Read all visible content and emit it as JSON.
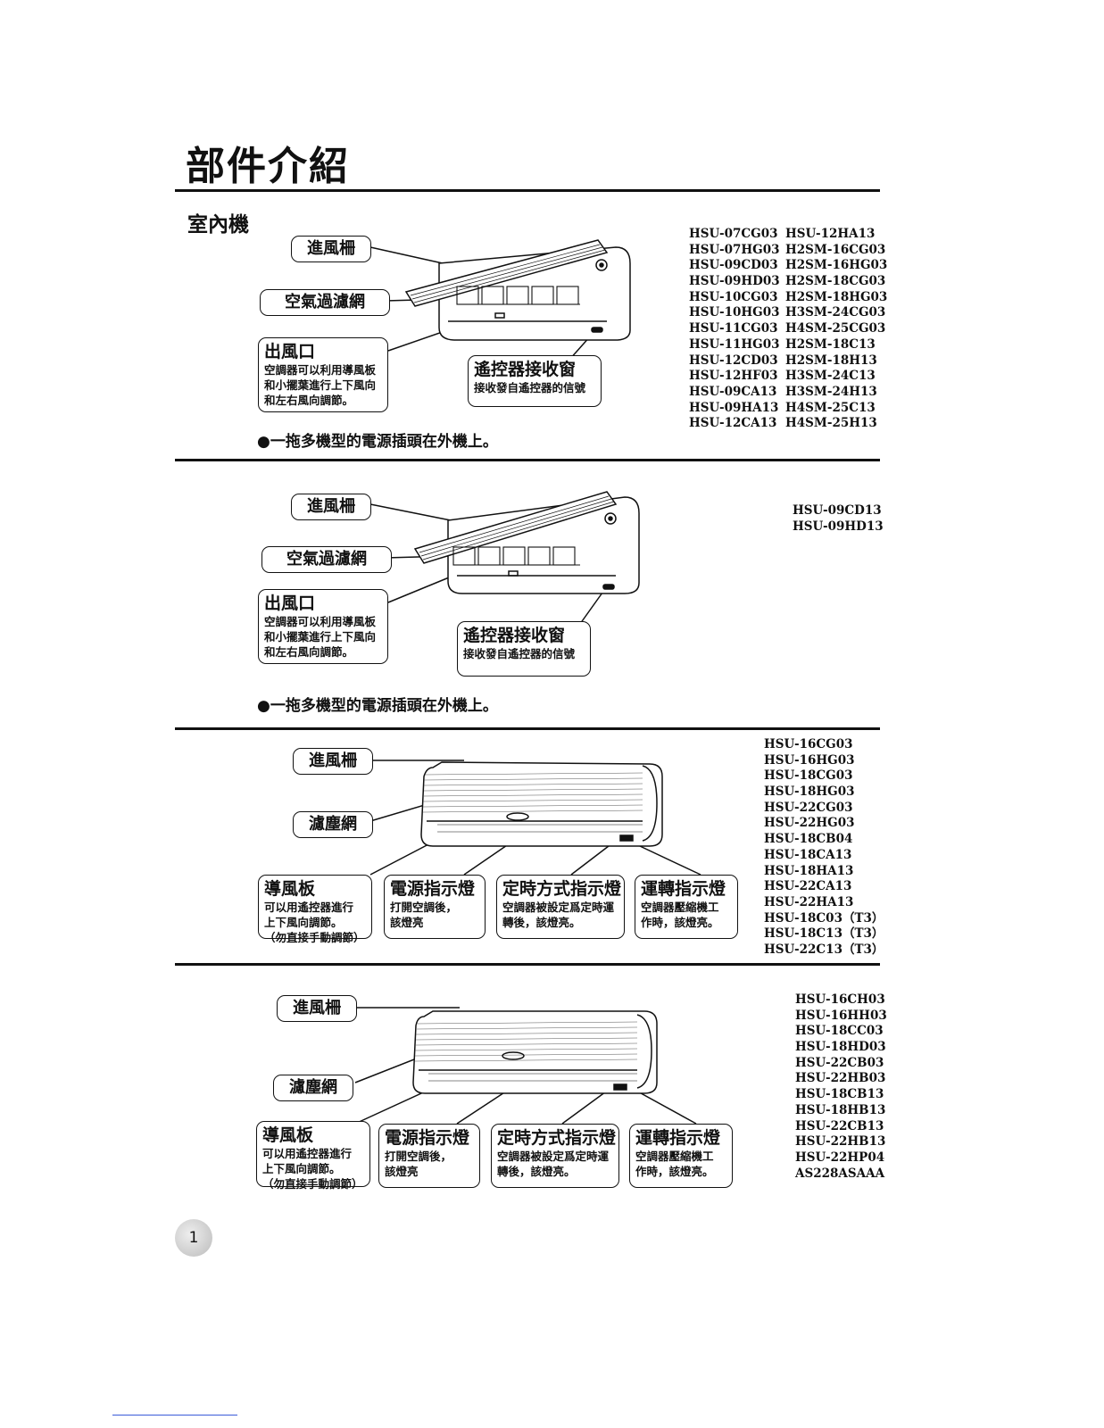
{
  "page": {
    "title": "部件介紹",
    "page_number": "1"
  },
  "section1": {
    "heading": "室內機",
    "label_inlet": "進風柵",
    "label_filter": "空氣過濾網",
    "outlet": {
      "title": "出風口",
      "body": "空調器可以利用導風板\n和小擺葉進行上下風向\n和左右風向調節。"
    },
    "receiver": {
      "title": "遙控器接收窗",
      "body": "接收發自遙控器的信號"
    },
    "note": "●一拖多機型的電源插頭在外機上。",
    "models_col1": [
      "HSU-07CG03",
      "HSU-07HG03",
      "HSU-09CD03",
      "HSU-09HD03",
      "HSU-10CG03",
      "HSU-10HG03",
      "HSU-11CG03",
      "HSU-11HG03",
      "HSU-12CD03",
      "HSU-12HF03",
      "HSU-09CA13",
      "HSU-09HA13",
      "HSU-12CA13"
    ],
    "models_col2": [
      "HSU-12HA13",
      "H2SM-16CG03",
      "H2SM-16HG03",
      "H2SM-18CG03",
      "H2SM-18HG03",
      "H3SM-24CG03",
      "H4SM-25CG03",
      "H2SM-18C13",
      "H2SM-18H13",
      "H3SM-24C13",
      "H3SM-24H13",
      "H4SM-25C13",
      "H4SM-25H13"
    ]
  },
  "section2": {
    "label_inlet": "進風柵",
    "label_filter": "空氣過濾網",
    "outlet": {
      "title": "出風口",
      "body": "空調器可以利用導風板\n和小擺葉進行上下風向\n和左右風向調節。"
    },
    "receiver": {
      "title": "遙控器接收窗",
      "body": "接收發自遙控器的信號"
    },
    "note": "●一拖多機型的電源插頭在外機上。",
    "models": [
      "HSU-09CD13",
      "HSU-09HD13"
    ]
  },
  "section3": {
    "label_inlet": "進風柵",
    "label_filter": "濾塵網",
    "louver": {
      "title": "導風板",
      "body": "可以用遙控器進行\n上下風向調節。\n（勿直接手動調節）"
    },
    "power": {
      "title": "電源指示燈",
      "body": "打開空調後，\n該燈亮"
    },
    "timer": {
      "title": "定時方式指示燈",
      "body": "空調器被設定爲定時運\n轉後，該燈亮。"
    },
    "run": {
      "title": "運轉指示燈",
      "body": "空調器壓縮機工\n作時，該燈亮。"
    },
    "models": [
      "HSU-16CG03",
      "HSU-16HG03",
      "HSU-18CG03",
      "HSU-18HG03",
      "HSU-22CG03",
      "HSU-22HG03",
      "HSU-18CB04",
      "HSU-18CA13",
      "HSU-18HA13",
      "HSU-22CA13",
      "HSU-22HA13",
      "HSU-18C03（T3）",
      "HSU-18C13（T3）",
      "HSU-22C13（T3）"
    ]
  },
  "section4": {
    "label_inlet": "進風柵",
    "label_filter": "濾塵網",
    "louver": {
      "title": "導風板",
      "body": "可以用遙控器進行\n上下風向調節。\n（勿直接手動調節）"
    },
    "power": {
      "title": "電源指示燈",
      "body": "打開空調後，\n該燈亮"
    },
    "timer": {
      "title": "定時方式指示燈",
      "body": "空調器被設定爲定時運\n轉後，該燈亮。"
    },
    "run": {
      "title": "運轉指示燈",
      "body": "空調器壓縮機工\n作時，該燈亮。"
    },
    "models": [
      "HSU-16CH03",
      "HSU-16HH03",
      "HSU-18CC03",
      "HSU-18HD03",
      "HSU-22CB03",
      "HSU-22HB03",
      "HSU-18CB13",
      "HSU-18HB13",
      "HSU-22CB13",
      "HSU-22HB13",
      "HSU-22HP04",
      "AS228ASAAA"
    ]
  }
}
